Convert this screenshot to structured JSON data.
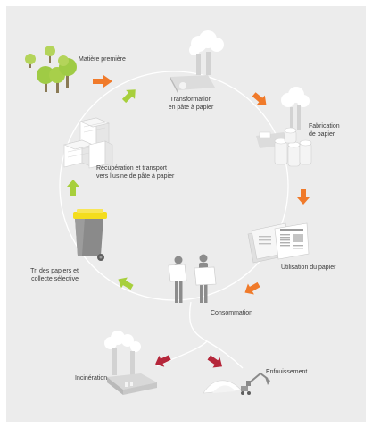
{
  "colors": {
    "background": "#ececec",
    "cycle_line": "#ffffff",
    "arrow_orange": "#f07a2a",
    "arrow_green": "#a7cf3c",
    "arrow_red": "#b5263a",
    "tree_green": "#9fcb45",
    "bin_lid": "#f4dd1d",
    "bin_body": "#8a8a8a",
    "figure": "#8c8c8c"
  },
  "diagram": {
    "nodes": [
      {
        "id": "matiere",
        "label": "Matière première",
        "icon": "trees-icon"
      },
      {
        "id": "transformation",
        "label": "Transformation\nen pâte à papier",
        "icon": "pulp-factory-icon"
      },
      {
        "id": "fabrication",
        "label": "Fabrication\nde papier",
        "icon": "paper-mill-icon"
      },
      {
        "id": "utilisation",
        "label": "Utilisation du papier",
        "icon": "newspapers-icon"
      },
      {
        "id": "consommation",
        "label": "Consommation",
        "icon": "readers-icon"
      },
      {
        "id": "tri",
        "label": "Tri des papiers et\ncollecte sélective",
        "icon": "recycling-bin-icon"
      },
      {
        "id": "recuperation",
        "label": "Récupération et transport\nvers l'usine de pâte à papier",
        "icon": "paper-bales-icon"
      },
      {
        "id": "incineration",
        "label": "Incinération",
        "icon": "incinerator-icon"
      },
      {
        "id": "enfouissement",
        "label": "Enfouissement",
        "icon": "landfill-icon"
      }
    ],
    "edges": [
      {
        "from": "matiere",
        "to": "transformation",
        "color": "orange"
      },
      {
        "from": "transformation",
        "to": "fabrication",
        "color": "orange"
      },
      {
        "from": "fabrication",
        "to": "utilisation",
        "color": "orange"
      },
      {
        "from": "utilisation",
        "to": "consommation",
        "color": "orange"
      },
      {
        "from": "consommation",
        "to": "tri",
        "color": "green"
      },
      {
        "from": "tri",
        "to": "recuperation",
        "color": "green"
      },
      {
        "from": "recuperation",
        "to": "transformation",
        "color": "green"
      },
      {
        "from": "consommation",
        "to": "incineration",
        "color": "red"
      },
      {
        "from": "consommation",
        "to": "enfouissement",
        "color": "red"
      }
    ]
  }
}
